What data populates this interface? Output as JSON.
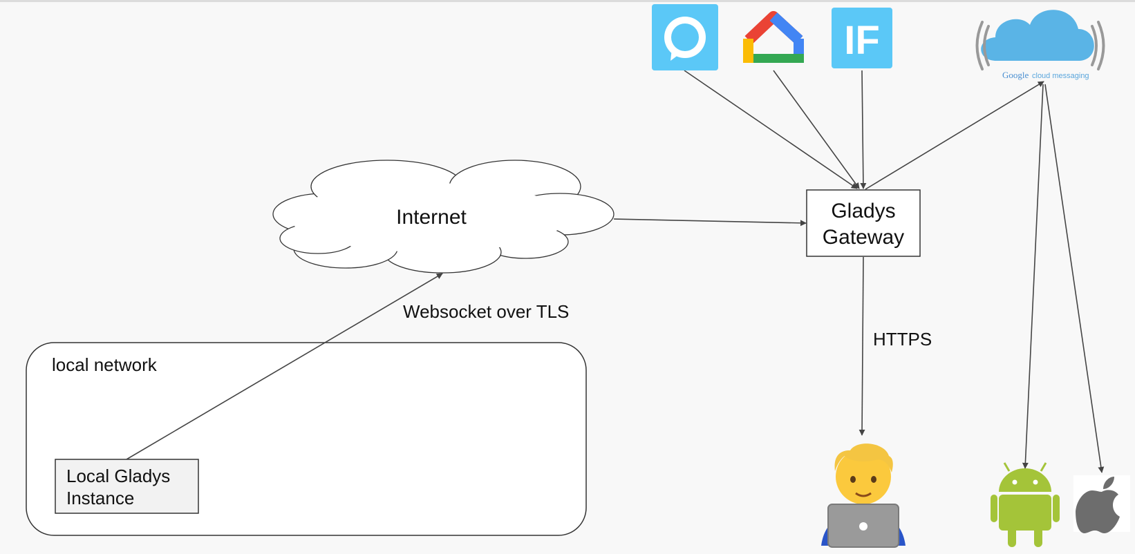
{
  "nodes": {
    "internet": {
      "label": "Internet"
    },
    "gateway": {
      "line1": "Gladys",
      "line2": "Gateway"
    },
    "local_network": {
      "label": "local network"
    },
    "local_instance": {
      "line1": "Local Gladys",
      "line2": "Instance"
    }
  },
  "edges": {
    "websocket": {
      "label": "Websocket over TLS"
    },
    "https": {
      "label": "HTTPS"
    }
  },
  "services": {
    "alexa": {
      "icon": "alexa-icon",
      "color": "#5bc8f7"
    },
    "google_home": {
      "icon": "google-home-icon",
      "colors": [
        "#ea4335",
        "#fbbc05",
        "#34a853",
        "#4285f4"
      ]
    },
    "ifttt": {
      "icon": "ifttt-icon",
      "text": "IF",
      "color": "#5bc8f7"
    },
    "gcm": {
      "icon": "google-cloud-messaging-icon",
      "brand": "Google",
      "caption": "cloud messaging",
      "color": "#4aa8e0"
    }
  },
  "clients": {
    "user": {
      "icon": "user-laptop-icon"
    },
    "android": {
      "icon": "android-icon",
      "color": "#a4c439"
    },
    "apple": {
      "icon": "apple-icon",
      "color": "#6d6d6d"
    }
  }
}
